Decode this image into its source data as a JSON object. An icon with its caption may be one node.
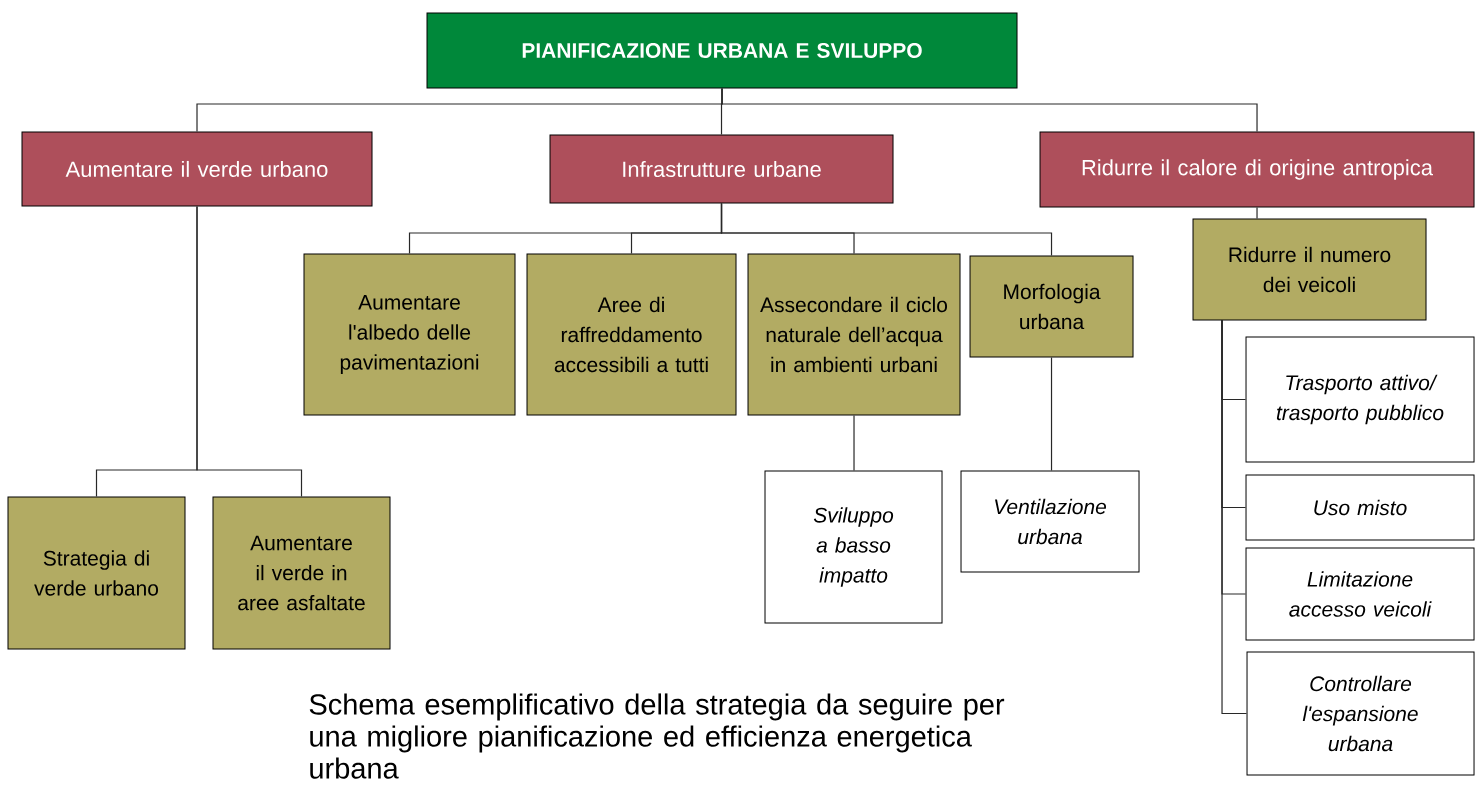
{
  "diagram": {
    "caption": "Schema esemplificativo della strategia da seguire per una migliore pianificazione ed efficienza energetica urbana",
    "nodes": [
      {
        "text": [
          "PIANIFICAZIONE URBANA E SVILUPPO"
        ]
      },
      {
        "text": [
          "Aumentare il verde urbano"
        ]
      },
      {
        "text": [
          "Infrastrutture urbane"
        ]
      },
      {
        "text": [
          "Ridurre il calore di origine antropica"
        ]
      },
      {
        "text": [
          "Aumentare l'albedo delle pavimentazioni"
        ]
      },
      {
        "text": [
          "Aree di raffreddamento accessibili a tutti"
        ]
      },
      {
        "text": [
          "Assecondare il ciclo naturale dell’acqua in ambienti urbani"
        ]
      },
      {
        "text": [
          "Morfologia urbana"
        ]
      },
      {
        "text": [
          "Ridurre il numero dei veicoli"
        ]
      },
      {
        "text": [
          "Strategia di verde urbano"
        ]
      },
      {
        "text": [
          "Aumentare il verde in aree asfaltate"
        ]
      },
      {
        "text": [
          "Sviluppo a basso impatto"
        ]
      },
      {
        "text": [
          "Ventilazione urbana"
        ]
      },
      {
        "text": [
          "Trasporto attivo/ trasporto pubblico"
        ]
      },
      {
        "text": [
          "Uso misto"
        ]
      },
      {
        "text": [
          "Limitazione accesso veicoli"
        ]
      },
      {
        "text": [
          "Controllare l'espansione urbana"
        ]
      }
    ],
    "edges": [
      {
        "from": 0,
        "to": 1,
        "arrow": "none"
      },
      {
        "from": 0,
        "to": 2,
        "arrow": "none"
      },
      {
        "from": 0,
        "to": 3,
        "arrow": "none"
      },
      {
        "from": 2,
        "to": 4,
        "arrow": "none"
      },
      {
        "from": 2,
        "to": 5,
        "arrow": "none"
      },
      {
        "from": 2,
        "to": 6,
        "arrow": "none"
      },
      {
        "from": 2,
        "to": 7,
        "arrow": "none"
      },
      {
        "from": 3,
        "to": 8,
        "arrow": "none"
      },
      {
        "from": 1,
        "to": 9,
        "arrow": "none"
      },
      {
        "from": 1,
        "to": 10,
        "arrow": "none"
      },
      {
        "from": 6,
        "to": 11,
        "arrow": "none"
      },
      {
        "from": 7,
        "to": 12,
        "arrow": "none"
      },
      {
        "from": 8,
        "to": 13,
        "arrow": "none"
      },
      {
        "from": 8,
        "to": 14,
        "arrow": "none"
      },
      {
        "from": 8,
        "to": 15,
        "arrow": "none"
      },
      {
        "from": 8,
        "to": 16,
        "arrow": "none"
      }
    ]
  }
}
